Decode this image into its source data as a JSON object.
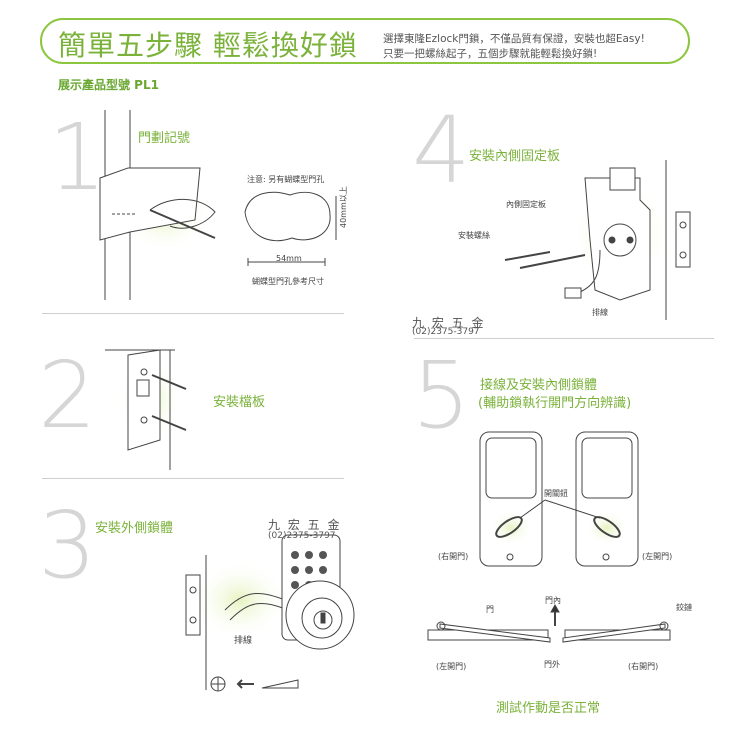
{
  "banner": {
    "title": "簡單五步驟 輕鬆換好鎖",
    "subtitle_line1": "選擇東隆Ezlock門鎖，不僅品質有保證，安裝也超Easy!",
    "subtitle_line2": "只要一把螺絲起子，五個步驟就能輕鬆換好鎖!"
  },
  "model_label": "展示產品型號  PL1",
  "watermark": {
    "name": "九 宏 五 金",
    "phone": "(02)2375-3797"
  },
  "steps": [
    {
      "number": "1",
      "title": "門劃記號",
      "notes": {
        "note": "注意: 另有蝴蝶型門孔",
        "width": "54mm",
        "height": "40mm以上",
        "caption": "蝴蝶型門孔參考尺寸"
      }
    },
    {
      "number": "2",
      "title": "安裝檔板"
    },
    {
      "number": "3",
      "title": "安裝外側鎖體",
      "wire_label": "排線"
    },
    {
      "number": "4",
      "title": "安裝內側固定板",
      "labels": {
        "plate": "內側固定板",
        "screw": "安裝螺絲",
        "wire": "排線"
      }
    },
    {
      "number": "5",
      "title_line1": "接線及安裝內側鎖體",
      "title_line2": "(輔助鎖執行開門方向辨識)",
      "labels": {
        "knob": "開關鈕",
        "right_open_1": "(右開門)",
        "left_open_1": "(左開門)",
        "door": "門",
        "door_inside": "門內",
        "hinge": "鉸鏈",
        "left_open_2": "(左開門)",
        "door_outside": "門外",
        "right_open_2": "(右開門)",
        "test": "測試作動是否正常"
      }
    }
  ],
  "colors": {
    "accent": "#8cc63f",
    "accent_text": "#7ab23a",
    "number_gray": "#d6d6d6",
    "glow": "#eaf5c9"
  }
}
